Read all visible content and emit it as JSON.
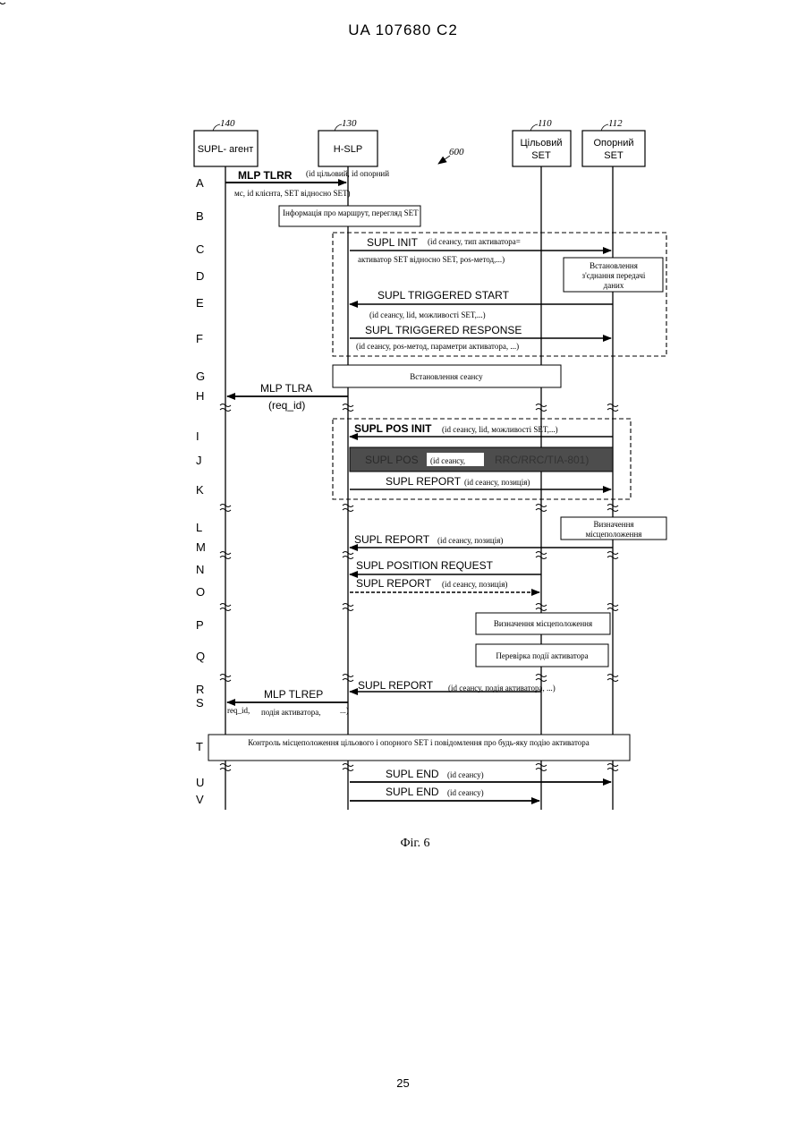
{
  "header": {
    "doc_number": "UA   107680   C2"
  },
  "page_number": "25",
  "figure": {
    "caption": "Фіг. 6",
    "ref": "600",
    "entities": [
      {
        "ref": "140",
        "lines": [
          "SUPL- агент"
        ]
      },
      {
        "ref": "130",
        "lines": [
          "H-SLP"
        ]
      },
      {
        "ref": "110",
        "lines": [
          "Цільовий",
          "SET"
        ]
      },
      {
        "ref": "112",
        "lines": [
          "Опорний",
          "SET"
        ]
      }
    ],
    "rows": [
      "A",
      "B",
      "C",
      "D",
      "E",
      "F",
      "G",
      "H",
      "I",
      "J",
      "K",
      "L",
      "M",
      "N",
      "O",
      "P",
      "Q",
      "R",
      "S",
      "T",
      "U",
      "V"
    ],
    "messages": {
      "a_label": "MLP TLRR",
      "a_params1": "(id цільовий, id опорний",
      "a_params2": "мс, id клієнта, SET відносно SET)",
      "c_label": "SUPL INIT",
      "c_params1": "(id сеансу, тип активатора=",
      "c_params2": "активатор SET відносно SET, pos-метод,...)",
      "e_label": "SUPL TRIGGERED START",
      "e_params": "(id сеансу, lid, можливості SET,...)",
      "f_label": "SUPL TRIGGERED RESPONSE",
      "f_params": "(id сеансу, pos-метод, параметри активатора, ...)",
      "h_label": "MLP TLRA",
      "h_params": "(req_id)",
      "i_label": "SUPL POS INIT",
      "i_params": "(id сеансу, lid, можливості SET,...)",
      "j_label": "SUPL POS",
      "j_params": "(id сеансу,",
      "j_tail": "RRC/RRC/TIA-801)",
      "k_label": "SUPL REPORT",
      "k_params": "(id сеансу, позиція)",
      "m_label": "SUPL REPORT",
      "m_params": "(id сеансу, позиція)",
      "n_label": "SUPL POSITION REQUEST",
      "o_label": "SUPL REPORT",
      "o_params": "(id сеансу, позиція)",
      "r_label": "SUPL  REPORT",
      "r_params": "(id сеансу, подія активатора, ...)",
      "s_label": "MLP TLREP",
      "s_params1": "req_id,",
      "s_params2": "подія активатора,",
      "s_params3": "...)",
      "u_label": "SUPL END",
      "u_params": "(id сеансу)",
      "v_label": "SUPL END",
      "v_params": "(id сеансу)"
    },
    "boxes": {
      "b": "Інформація про маршрут, перегляд SET",
      "d_lines": [
        "Встановлення",
        "з'єднання передачі",
        "даних"
      ],
      "g": "Встановлення сеансу",
      "l_lines": [
        "Визначення",
        "місцеположення"
      ],
      "p": "Визначення місцеположення",
      "q": "Перевірка події активатора",
      "t": "Контроль місцеположення цільового і опорного SET і повідомлення про будь-яку подію активатора"
    }
  }
}
